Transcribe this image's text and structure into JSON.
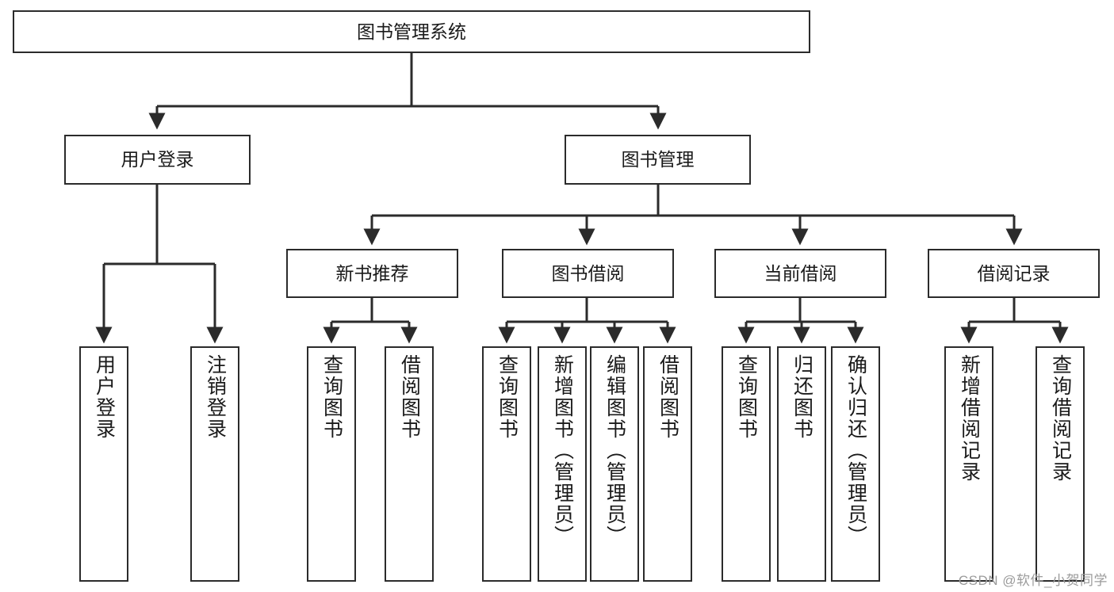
{
  "diagram": {
    "type": "tree-hierarchy",
    "title": "图书管理系统",
    "watermark": "CSDN @软件_小贺同学",
    "colors": {
      "box_border": "#2b2b2b",
      "box_fill": "#ffffff",
      "edge": "#2b2b2b",
      "text": "#1a1a1a",
      "watermark": "#9b9b9b",
      "background": "#ffffff"
    },
    "levels": {
      "root": {
        "label": "图书管理系统"
      },
      "level2": [
        {
          "label": "用户登录"
        },
        {
          "label": "图书管理"
        }
      ],
      "level3": [
        {
          "label": "新书推荐"
        },
        {
          "label": "图书借阅"
        },
        {
          "label": "当前借阅"
        },
        {
          "label": "借阅记录"
        }
      ],
      "leaves": {
        "user_login": [
          {
            "label": "用户登录"
          },
          {
            "label": "注销登录"
          }
        ],
        "new_book_recommend": [
          {
            "label": "查询图书"
          },
          {
            "label": "借阅图书"
          }
        ],
        "book_borrow": [
          {
            "label": "查询图书"
          },
          {
            "label": "新增图书（管理员）"
          },
          {
            "label": "编辑图书（管理员）"
          },
          {
            "label": "借阅图书"
          }
        ],
        "current_borrow": [
          {
            "label": "查询图书"
          },
          {
            "label": "归还图书"
          },
          {
            "label": "确认归还（管理员）"
          }
        ],
        "borrow_record": [
          {
            "label": "新增借阅记录"
          },
          {
            "label": "查询借阅记录"
          }
        ]
      }
    }
  }
}
